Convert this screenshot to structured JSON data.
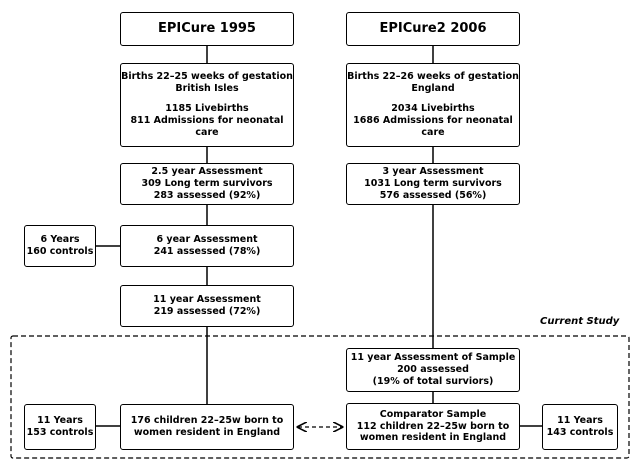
{
  "left": {
    "title": "EPICure 1995",
    "births": [
      "Births 22–25 weeks of gestation",
      "British Isles",
      "1185 Livebirths",
      "811 Admissions for neonatal care"
    ],
    "assess25": [
      "2.5 year Assessment",
      "309 Long term survivors",
      "283 assessed (92%)"
    ],
    "assess6": [
      "6 year Assessment",
      "241 assessed (78%)"
    ],
    "controls6": [
      "6 Years",
      "160 controls"
    ],
    "assess11": [
      "11 year Assessment",
      "219 assessed (72%)"
    ],
    "children": [
      "176 children 22–25w born to",
      "women resident in England"
    ],
    "controls11": [
      "11 Years",
      "153 controls"
    ]
  },
  "right": {
    "title": "EPICure2 2006",
    "births": [
      "Births 22–26 weeks of gestation",
      "England",
      "2034 Livebirths",
      "1686 Admissions for neonatal care"
    ],
    "assess3": [
      "3 year Assessment",
      "1031 Long term survivors",
      "576 assessed (56%)"
    ],
    "sample": [
      "11 year Assessment of Sample",
      "200 assessed",
      "(19% of total surviors)"
    ],
    "comparator": [
      "Comparator Sample",
      "112 children 22–25w born to",
      "women resident in England"
    ],
    "controls11": [
      "11 Years",
      "143 controls"
    ]
  },
  "current_study_label": "Current Study"
}
